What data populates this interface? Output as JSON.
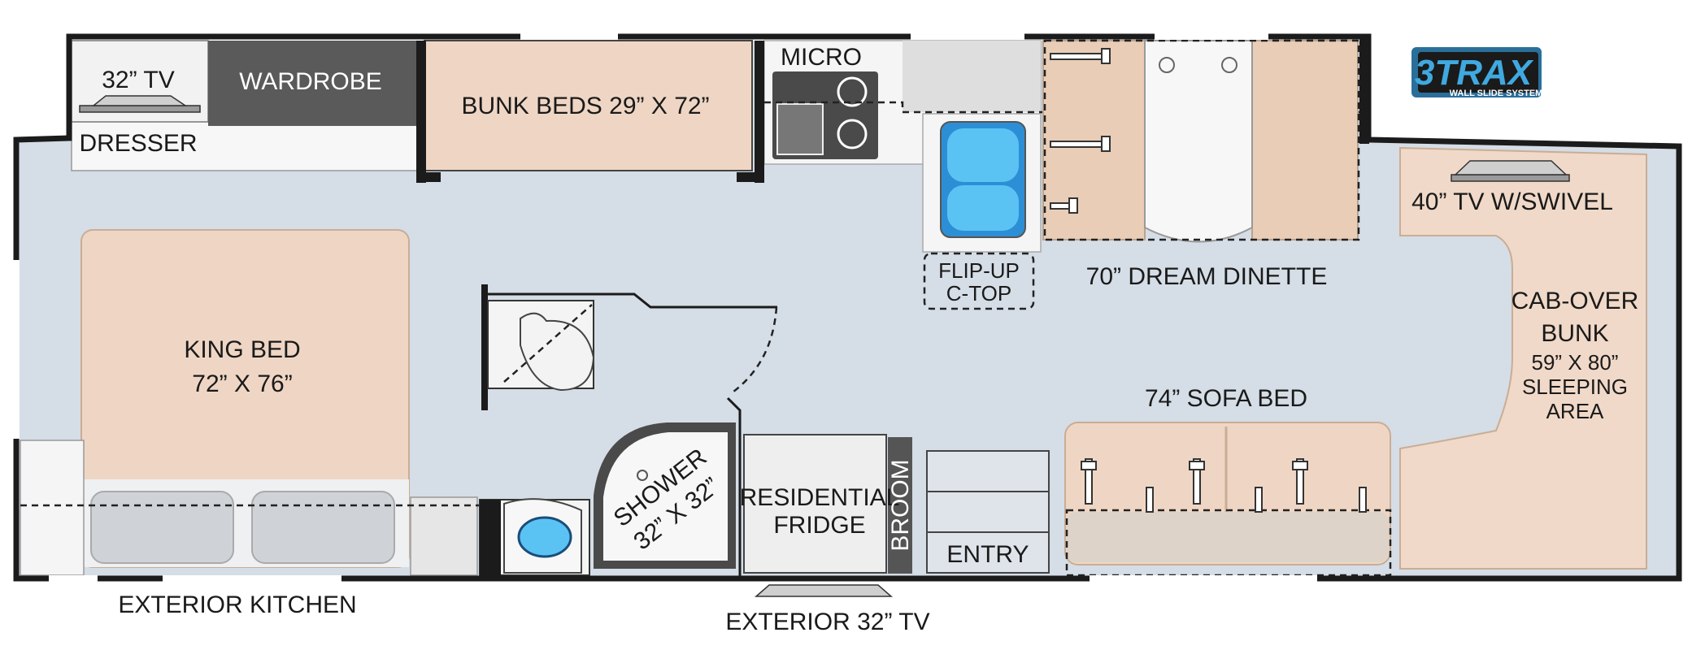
{
  "logo": {
    "text": "3TRAX",
    "tagline": "WALL SLIDE SYSTEM"
  },
  "labels": {
    "tv32": "32” TV",
    "wardrobe": "WARDROBE",
    "dresser": "DRESSER",
    "bunk_beds": "BUNK BEDS 29” X 72”",
    "micro": "MICRO",
    "tv40": "40” TV W/SWIVEL",
    "flip_up_1": "FLIP-UP",
    "flip_up_2": "C-TOP",
    "dinette": "70” DREAM DINETTE",
    "king_bed_1": "KING BED",
    "king_bed_2": "72” X 76”",
    "cab_over_1": "CAB-OVER",
    "cab_over_2": "BUNK",
    "cab_over_3": "59” X 80”",
    "cab_over_4": "SLEEPING",
    "cab_over_5": "AREA",
    "sofa_bed": "74” SOFA BED",
    "shower_1": "SHOWER",
    "shower_2": "32” X 32”",
    "fridge_1": "RESIDENTIAL",
    "fridge_2": "FRIDGE",
    "broom": "BROOM",
    "entry": "ENTRY",
    "exterior_kitchen": "EXTERIOR KITCHEN",
    "exterior_tv": "EXTERIOR 32” TV"
  }
}
